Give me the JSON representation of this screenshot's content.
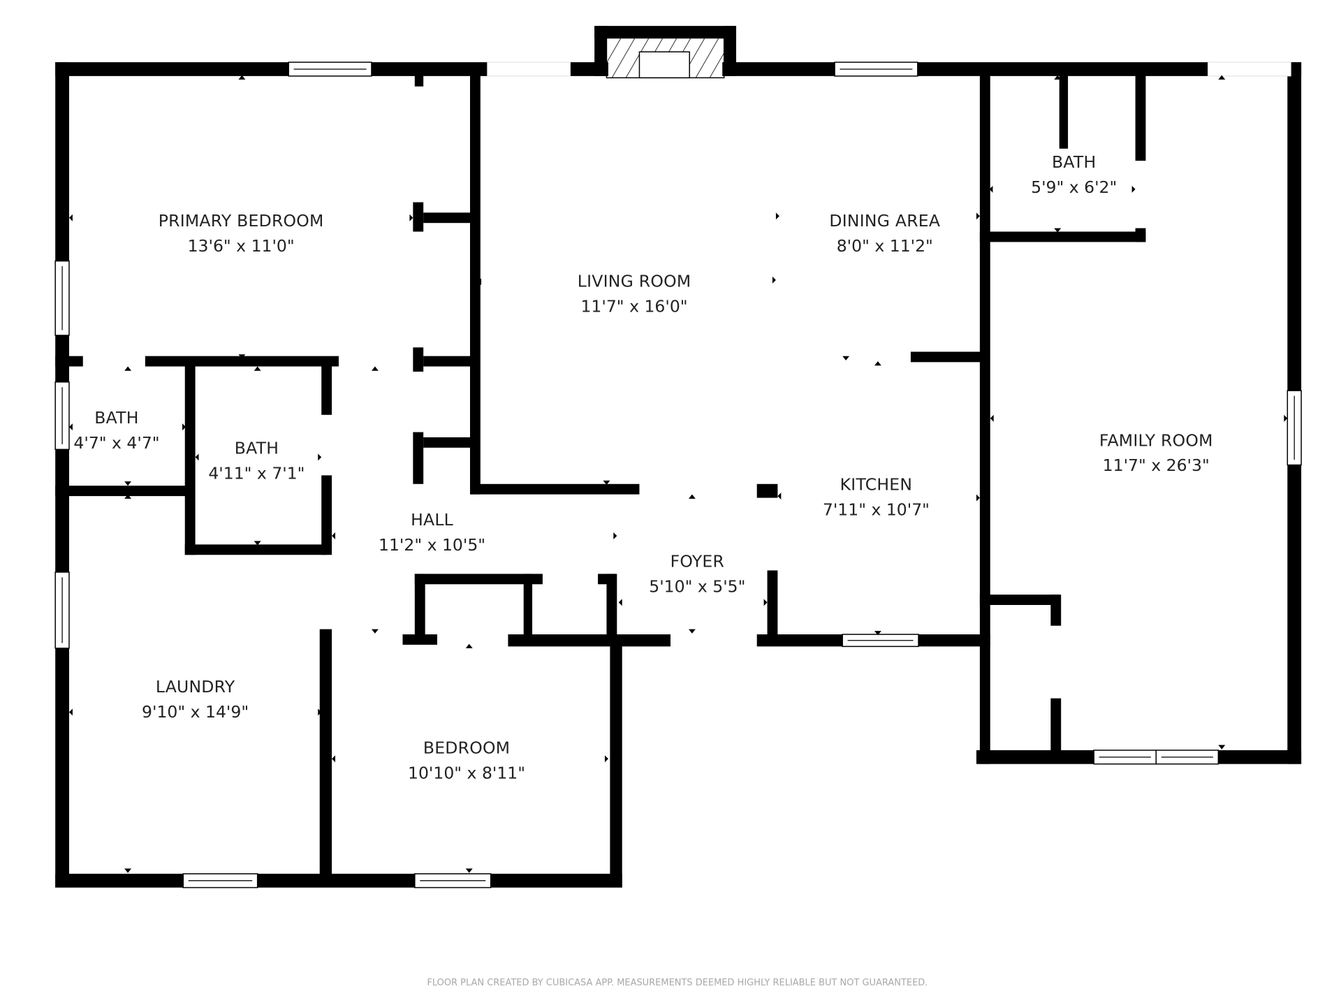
{
  "plan": {
    "type": "floor_plan",
    "rooms": [
      {
        "id": "primary-bedroom",
        "name": "PRIMARY BEDROOM",
        "dimensions": "13'6\" x 11'0\""
      },
      {
        "id": "bath-small",
        "name": "BATH",
        "dimensions": "4'7\" x 4'7\""
      },
      {
        "id": "bath-hall",
        "name": "BATH",
        "dimensions": "4'11\" x 7'1\""
      },
      {
        "id": "living-room",
        "name": "LIVING ROOM",
        "dimensions": "11'7\" x 16'0\""
      },
      {
        "id": "dining-area",
        "name": "DINING AREA",
        "dimensions": "8'0\" x 11'2\""
      },
      {
        "id": "bath-family",
        "name": "BATH",
        "dimensions": "5'9\" x 6'2\""
      },
      {
        "id": "family-room",
        "name": "FAMILY ROOM",
        "dimensions": "11'7\" x 26'3\""
      },
      {
        "id": "hall",
        "name": "HALL",
        "dimensions": "11'2\" x 10'5\""
      },
      {
        "id": "foyer",
        "name": "FOYER",
        "dimensions": "5'10\" x 5'5\""
      },
      {
        "id": "kitchen",
        "name": "KITCHEN",
        "dimensions": "7'11\" x 10'7\""
      },
      {
        "id": "laundry",
        "name": "LAUNDRY",
        "dimensions": "9'10\" x 14'9\""
      },
      {
        "id": "bedroom",
        "name": "BEDROOM",
        "dimensions": "10'10\" x 8'11\""
      }
    ],
    "footer": "FLOOR PLAN CREATED BY CUBICASA APP. MEASUREMENTS DEEMED HIGHLY RELIABLE BUT NOT GUARANTEED.",
    "colors": {
      "wall": "#000000",
      "background": "#ffffff",
      "label": "#222222",
      "footer": "#a8a8a8"
    }
  }
}
